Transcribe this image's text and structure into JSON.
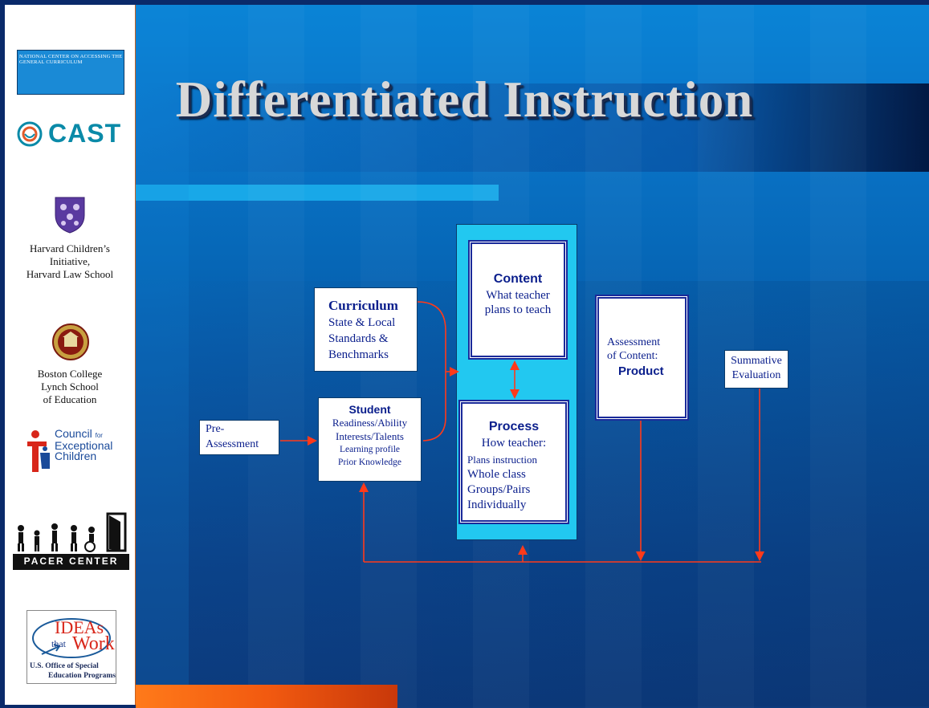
{
  "slide": {
    "title": "Differentiated Instruction"
  },
  "sidebar": {
    "ncac_logo": "NATIONAL CENTER ON ACCESSING THE GENERAL CURRICULUM",
    "cast_logo": "CAST",
    "harvard_caption": "Harvard Children’s\nInitiative,\nHarvard Law School",
    "bc_caption": "Boston College\nLynch School\nof Education",
    "cec_logo": {
      "line1": "Council",
      "for": "for",
      "line2": "Exceptional",
      "line3": "Children"
    },
    "pacer_logo": "PACER CENTER",
    "ideas_logo": {
      "ideas": "IDEAs",
      "that": "that",
      "work": "Work",
      "office": "U.S. Office of Special",
      "programs": "Education Programs"
    }
  },
  "diagram": {
    "pre_assessment": [
      "Pre-",
      "Assessment"
    ],
    "curriculum": {
      "heading": "Curriculum",
      "lines": [
        "State & Local",
        "Standards &",
        "Benchmarks"
      ]
    },
    "student": {
      "heading": "Student",
      "lines": [
        "Readiness/Ability",
        "Interests/Talents"
      ],
      "small_lines": [
        "Learning profile",
        "Prior Knowledge"
      ]
    },
    "content": {
      "heading": "Content",
      "lines": [
        "What teacher",
        "plans to teach"
      ]
    },
    "process": {
      "heading": "Process",
      "lines": [
        "How teacher:"
      ],
      "small_lines": [
        "Plans instruction"
      ],
      "list": [
        "Whole class",
        "Groups/Pairs",
        "Individually"
      ]
    },
    "assessment": {
      "lines": [
        "Assessment",
        "of Content:"
      ],
      "heading": "Product"
    },
    "summative": [
      "Summative",
      "Evaluation"
    ]
  },
  "colors": {
    "arrow": "#ff3a1a",
    "box_text": "#0a1e8c",
    "panel": "#22c8f0",
    "title": "#d8d8d8"
  }
}
